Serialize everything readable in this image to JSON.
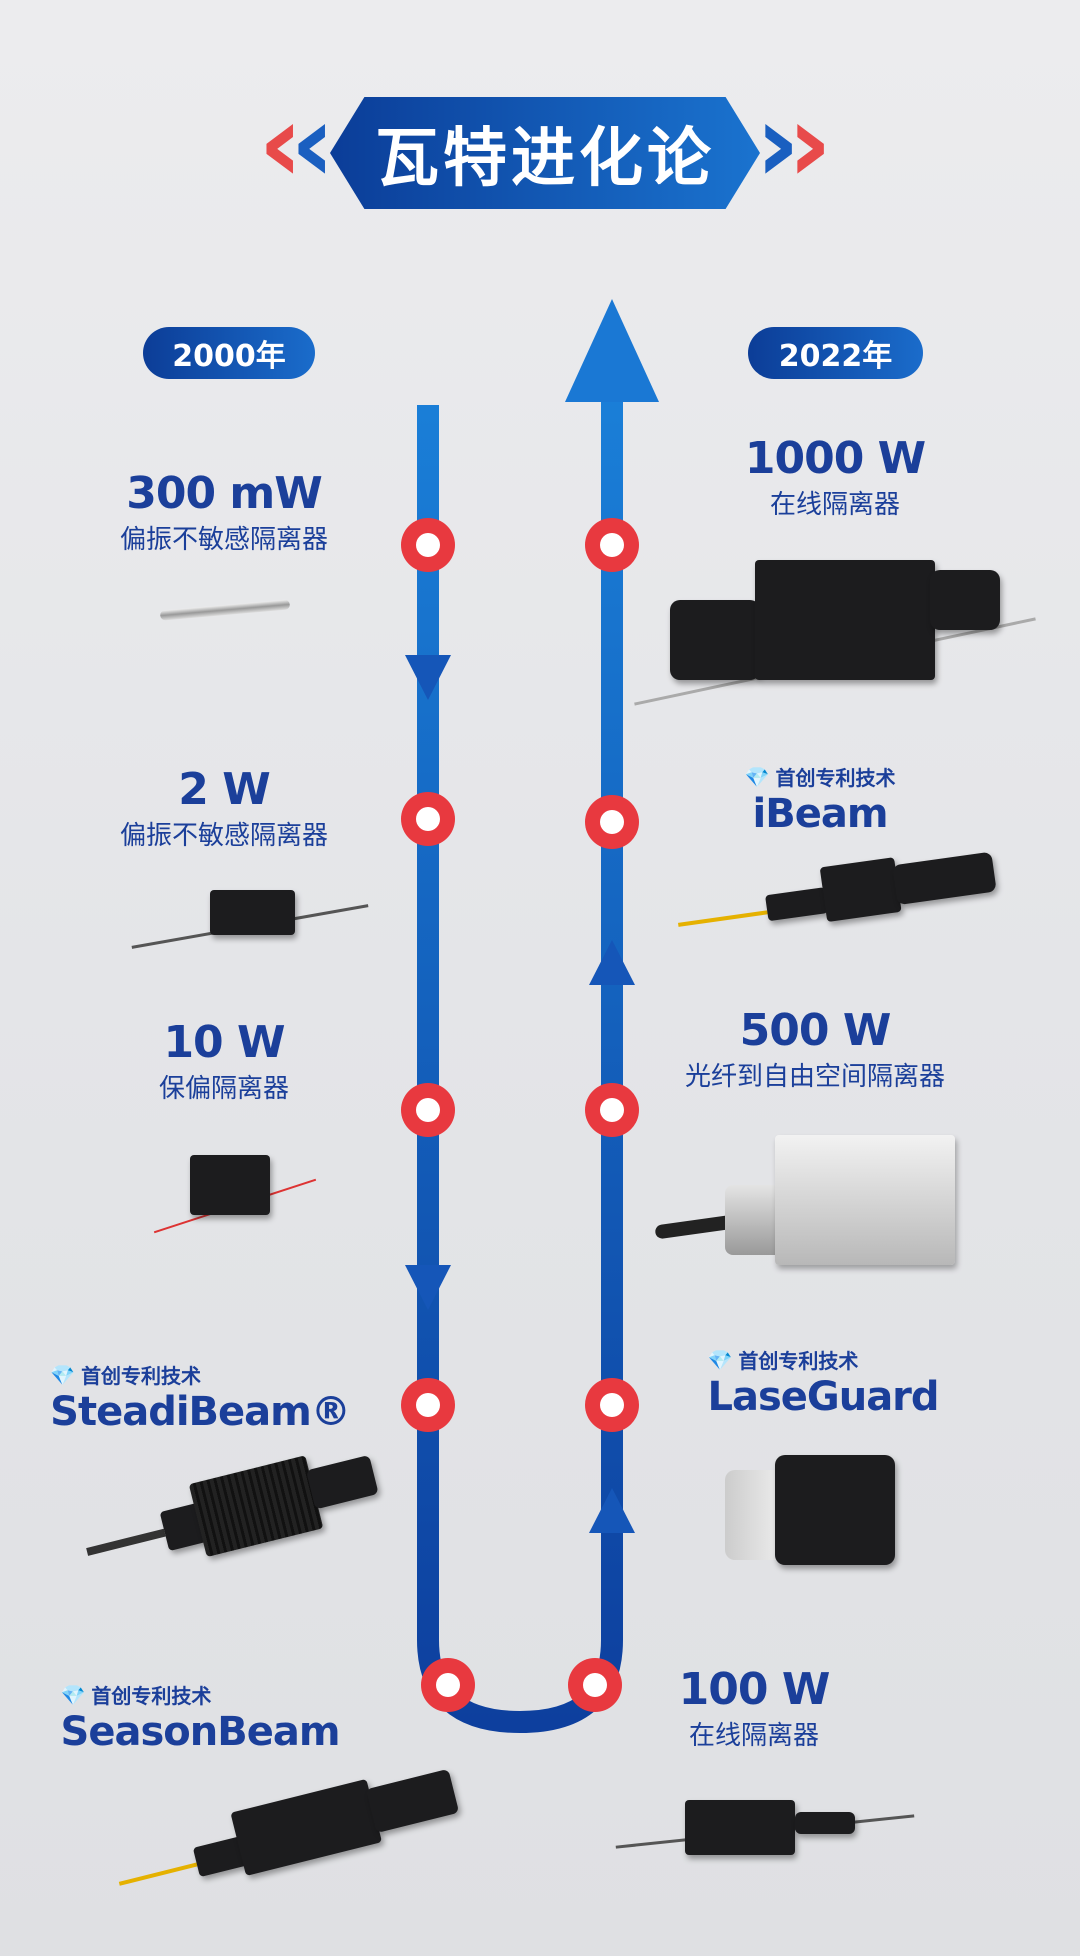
{
  "title": "瓦特进化论",
  "years": {
    "start": "2000年",
    "end": "2022年"
  },
  "patent_label": "首创专利技术",
  "left_items": [
    {
      "power": "300 mW",
      "desc": "偏振不敏感隔离器"
    },
    {
      "power": "2 W",
      "desc": "偏振不敏感隔离器"
    },
    {
      "power": "10 W",
      "desc": "保偏隔离器"
    },
    {
      "brand": "SteadiBeam®"
    },
    {
      "brand": "SeasonBeam"
    }
  ],
  "right_items": [
    {
      "power": "1000 W",
      "desc": "在线隔离器"
    },
    {
      "brand": "iBeam"
    },
    {
      "power": "500 W",
      "desc": "光纤到自由空间隔离器"
    },
    {
      "brand": "LaseGuard"
    },
    {
      "power": "100 W",
      "desc": "在线隔离器"
    }
  ],
  "colors": {
    "track": "#1553b8",
    "marker": "#e8393f",
    "text": "#1b3f9a"
  }
}
